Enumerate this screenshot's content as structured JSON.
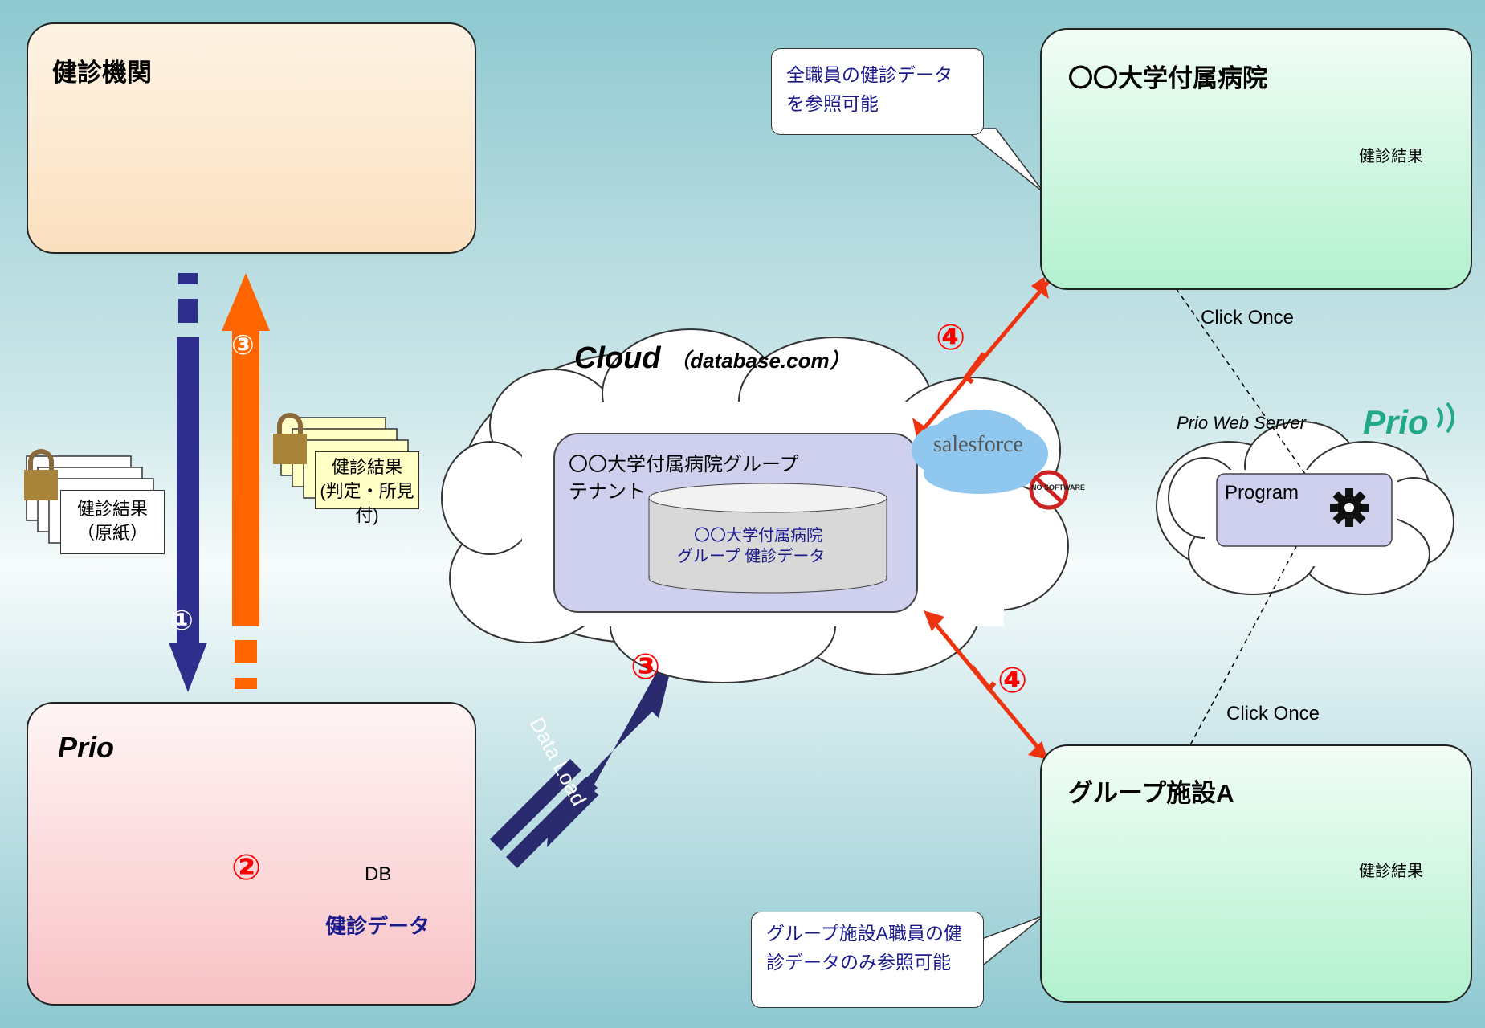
{
  "panels": {
    "kenshin_kikan": {
      "title": "健診機関"
    },
    "prio": {
      "title": "Prio",
      "db_label": "DB",
      "db_content": "健診データ"
    },
    "hospital": {
      "title": "〇〇大学付属病院",
      "doc_label": "健診結果"
    },
    "group_facility": {
      "title": "グループ施設A",
      "doc_label": "健診結果"
    }
  },
  "callouts": {
    "hospital_note": "全職員の健診データを参照可能",
    "group_note": "グループ施設A職員の健診データのみ参照可能"
  },
  "documents": {
    "original": {
      "line1": "健診結果",
      "line2": "（原紙）"
    },
    "judged": {
      "line1": "健診結果",
      "line2": "(判定・所見付)"
    }
  },
  "cloud": {
    "title": "Cloud",
    "subtitle": "（database.com）",
    "tenant_line1": "〇〇大学付属病院グループ",
    "tenant_line2": "テナント",
    "db_line1": "〇〇大学付属病院",
    "db_line2": "グループ 健診データ"
  },
  "salesforce": {
    "logo": "salesforce",
    "stamp": "NO SOFTWARE"
  },
  "web_server": {
    "title": "Prio Web Server",
    "logo": "Prio",
    "program": "Program"
  },
  "steps": {
    "s1": "①",
    "s2": "②",
    "s3": "③",
    "s4": "④"
  },
  "arrows": {
    "data_load": "Data Load",
    "click_once": "Click Once"
  },
  "colors": {
    "navy_arrow": "#2e2e8c",
    "orange_arrow": "#ff6600",
    "red_arrow": "#ee3311",
    "step_red": "#ff0000",
    "prio_green": "#22aa88"
  }
}
